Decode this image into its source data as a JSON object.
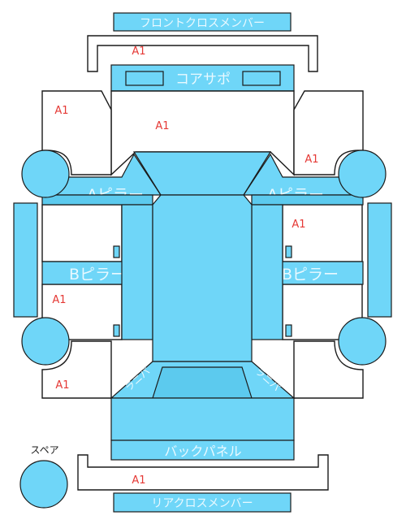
{
  "labels": {
    "front_cross_member": "フロントクロスメンバー",
    "core_support": "コアサポ",
    "a_pillar_left": "Aピラー",
    "a_pillar_right": "Aピラー",
    "b_pillar_left": "Bピラー",
    "b_pillar_right": "Bピラー",
    "back_panel": "バックパネル",
    "rear_cross_member": "リアクロスメンバー",
    "spare": "スペア",
    "rear_corner_left": "ラニパ",
    "rear_corner_right": "ラニパ"
  },
  "markers": {
    "front_cross_member": "A1",
    "front_fender_left": "A1",
    "hood": "A1",
    "front_fender_right": "A1",
    "front_door_right": "A1",
    "rear_door_left": "A1",
    "rear_fender_left": "A1",
    "rear_cross_member": "A1"
  },
  "colors": {
    "panel": "#6fd6f8",
    "outline": "#1a1a1a",
    "marker": "#e53935"
  }
}
